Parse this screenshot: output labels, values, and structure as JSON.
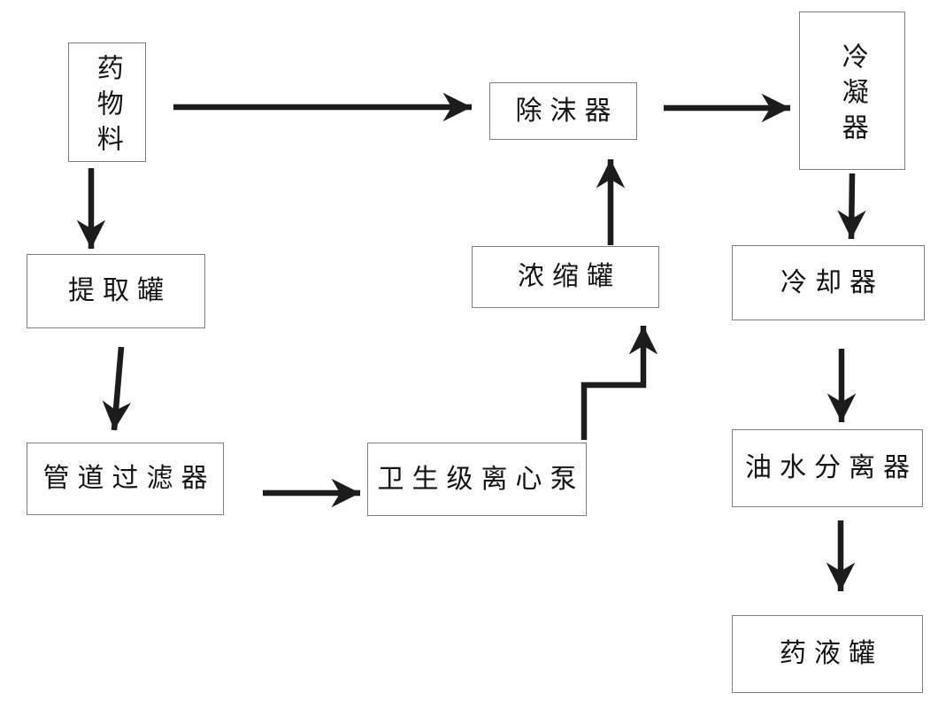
{
  "diagram": {
    "type": "flowchart",
    "background_color": "#ffffff",
    "arrow_color": "#1c1c1c",
    "box_border_color": "#7f7f7f",
    "text_color": "#141414",
    "nodes": {
      "material": {
        "label": "药物料",
        "orientation": "vertical"
      },
      "demister": {
        "label": "除沫器",
        "orientation": "horizontal"
      },
      "condenser": {
        "label": "冷凝器",
        "orientation": "vertical"
      },
      "extraction_tank": {
        "label": "提取罐",
        "orientation": "horizontal"
      },
      "concentration_tank": {
        "label": "浓缩罐",
        "orientation": "horizontal"
      },
      "cooler": {
        "label": "冷却器",
        "orientation": "horizontal"
      },
      "pipeline_filter": {
        "label": "管道过滤器",
        "orientation": "horizontal"
      },
      "sanitary_pump": {
        "label": "卫生级离心泵",
        "orientation": "horizontal"
      },
      "oil_water_separator": {
        "label": "油水分离器",
        "orientation": "horizontal"
      },
      "liquid_tank": {
        "label": "药液罐",
        "orientation": "horizontal"
      }
    },
    "edges": [
      {
        "from": "material",
        "to": "demister",
        "shape": "straight"
      },
      {
        "from": "demister",
        "to": "condenser",
        "shape": "straight"
      },
      {
        "from": "material",
        "to": "extraction_tank",
        "shape": "straight"
      },
      {
        "from": "extraction_tank",
        "to": "pipeline_filter",
        "shape": "straight"
      },
      {
        "from": "pipeline_filter",
        "to": "sanitary_pump",
        "shape": "straight"
      },
      {
        "from": "sanitary_pump",
        "to": "concentration_tank",
        "shape": "elbow"
      },
      {
        "from": "concentration_tank",
        "to": "demister",
        "shape": "straight"
      },
      {
        "from": "condenser",
        "to": "cooler",
        "shape": "straight"
      },
      {
        "from": "cooler",
        "to": "oil_water_separator",
        "shape": "straight"
      },
      {
        "from": "oil_water_separator",
        "to": "liquid_tank",
        "shape": "straight"
      }
    ]
  }
}
